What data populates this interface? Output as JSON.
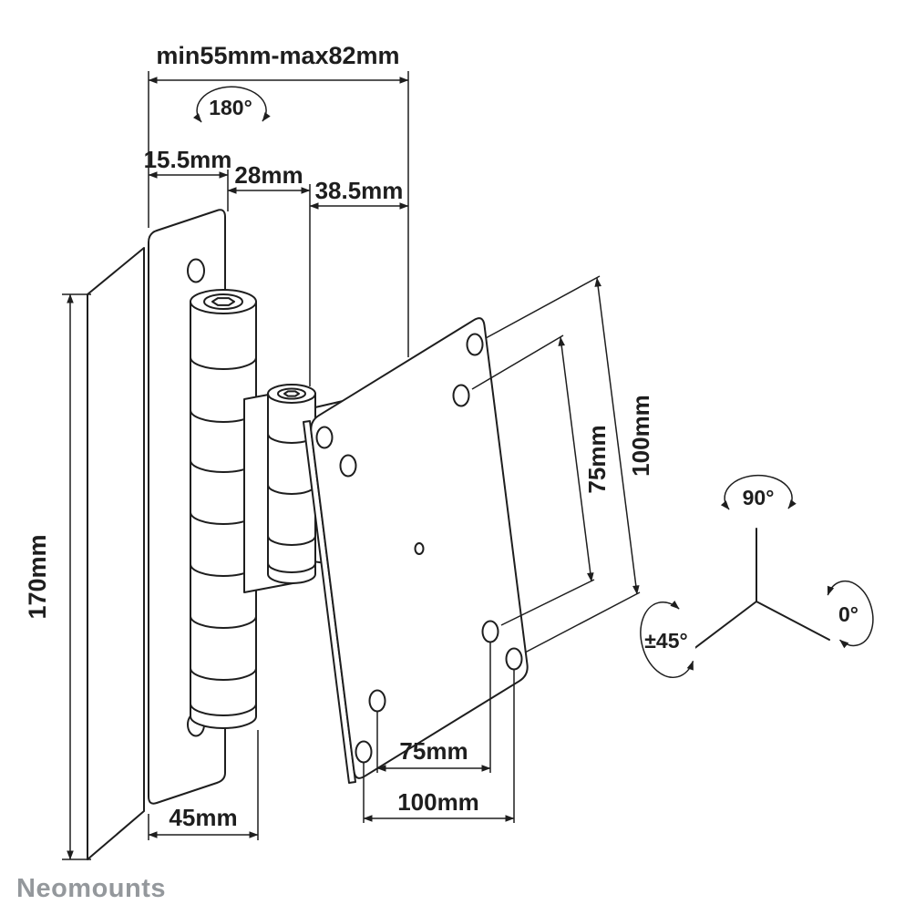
{
  "brand": "Neomounts",
  "labels": {
    "width_range": "min55mm-max82mm",
    "depth_front": "15.5mm",
    "depth_mid": "28mm",
    "depth_back": "38.5mm",
    "plate_height": "170mm",
    "vesa_vertical_100": "100mm",
    "vesa_vertical_75": "75mm",
    "vesa_horizontal_75": "75mm",
    "vesa_horizontal_100": "100mm",
    "bottom_offset": "45mm"
  },
  "angles": {
    "arm_swivel": "180°",
    "head_swivel": "90°",
    "rotation": "0°",
    "tilt": "±45°"
  },
  "colors": {
    "line": "#1e1e1e",
    "brand_gray": "#94989c",
    "background": "#ffffff"
  }
}
